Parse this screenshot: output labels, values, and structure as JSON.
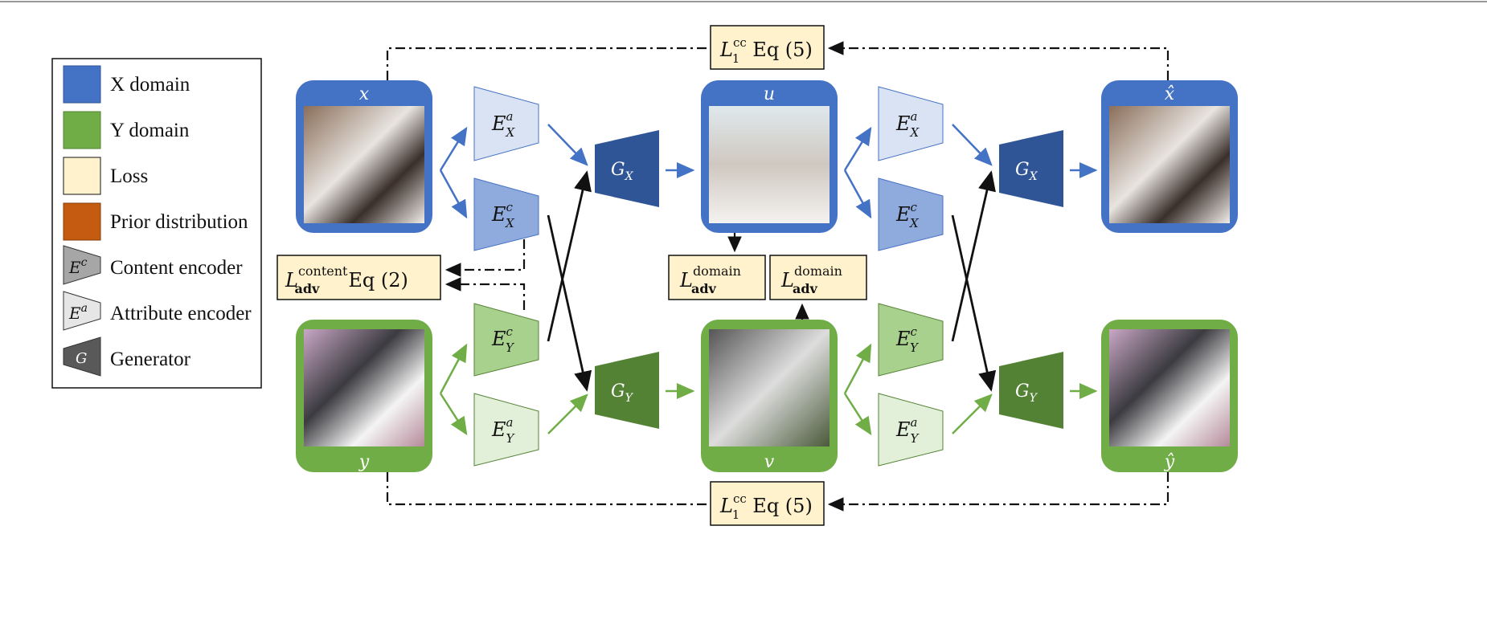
{
  "legend": {
    "items": [
      {
        "label": "X domain",
        "color": "#4472C4"
      },
      {
        "label": "Y domain",
        "color": "#70AD47"
      },
      {
        "label": "Loss",
        "color": "#FFF2CC"
      },
      {
        "label": "Prior distribution",
        "color": "#C55A11"
      },
      {
        "label": "Content encoder",
        "symbol": "E",
        "sup": "c",
        "color": "#A6A6A6"
      },
      {
        "label": "Attribute encoder",
        "symbol": "E",
        "sup": "a",
        "color": "#E7E6E6"
      },
      {
        "label": "Generator",
        "symbol": "G",
        "color": "#595959"
      }
    ]
  },
  "images": {
    "x": "x",
    "y": "y",
    "u": "u",
    "v": "v",
    "x_hat": "x̂",
    "y_hat": "ŷ"
  },
  "encoders": {
    "ea_x": {
      "base": "E",
      "sup": "a",
      "sub": "X"
    },
    "ec_x": {
      "base": "E",
      "sup": "c",
      "sub": "X"
    },
    "ec_y": {
      "base": "E",
      "sup": "c",
      "sub": "Y"
    },
    "ea_y": {
      "base": "E",
      "sup": "a",
      "sub": "Y"
    }
  },
  "generators": {
    "g_x": {
      "base": "G",
      "sub": "X"
    },
    "g_y": {
      "base": "G",
      "sub": "Y"
    }
  },
  "losses": {
    "cc_top": {
      "base": "L",
      "sup": "cc",
      "sub": "1",
      "eq": "Eq (5)"
    },
    "cc_bottom": {
      "base": "L",
      "sup": "cc",
      "sub": "1",
      "eq": "Eq (5)"
    },
    "content": {
      "base": "L",
      "sup": "content",
      "sub": "adv",
      "eq": "Eq (2)"
    },
    "domain_u": {
      "base": "L",
      "sup": "domain",
      "sub": "adv"
    },
    "domain_v": {
      "base": "L",
      "sup": "domain",
      "sub": "adv"
    }
  },
  "colors": {
    "x_domain": "#4472C4",
    "y_domain": "#70AD47",
    "loss": "#FFF2CC",
    "ea_x": "#DAE3F3",
    "ec_x": "#8FAADC",
    "ec_y": "#A9D18E",
    "ea_y": "#E2F0D9",
    "g_x": "#2F5597",
    "g_y": "#548235"
  }
}
